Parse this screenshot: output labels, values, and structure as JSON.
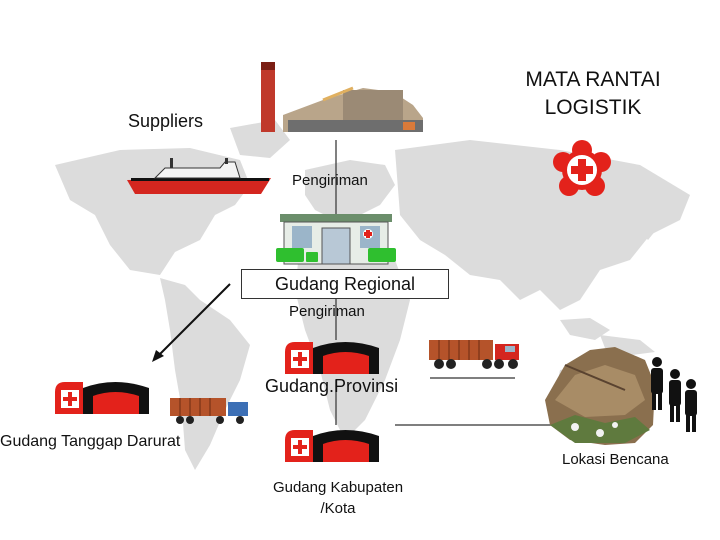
{
  "title": {
    "line1": "MATA RANTAI",
    "line2": "LOGISTIK"
  },
  "nodes": {
    "suppliers": "Suppliers",
    "gudang_regional": "Gudang Regional",
    "gudang_provinsi": "Gudang.Provinsi",
    "gudang_tanggap_darurat": "Gudang Tanggap Darurat",
    "lokasi_bencana": "Lokasi Bencana",
    "gudang_kabupaten_line1": "Gudang Kabupaten",
    "gudang_kabupaten_line2": "/Kota"
  },
  "edges": {
    "pengiriman_1": "Pengiriman",
    "pengiriman_2": "Pengiriman"
  },
  "colors": {
    "red": "#e3221b",
    "black": "#111111",
    "map_grey": "#d9d9d9",
    "truck_green": "#2fbf2f"
  }
}
